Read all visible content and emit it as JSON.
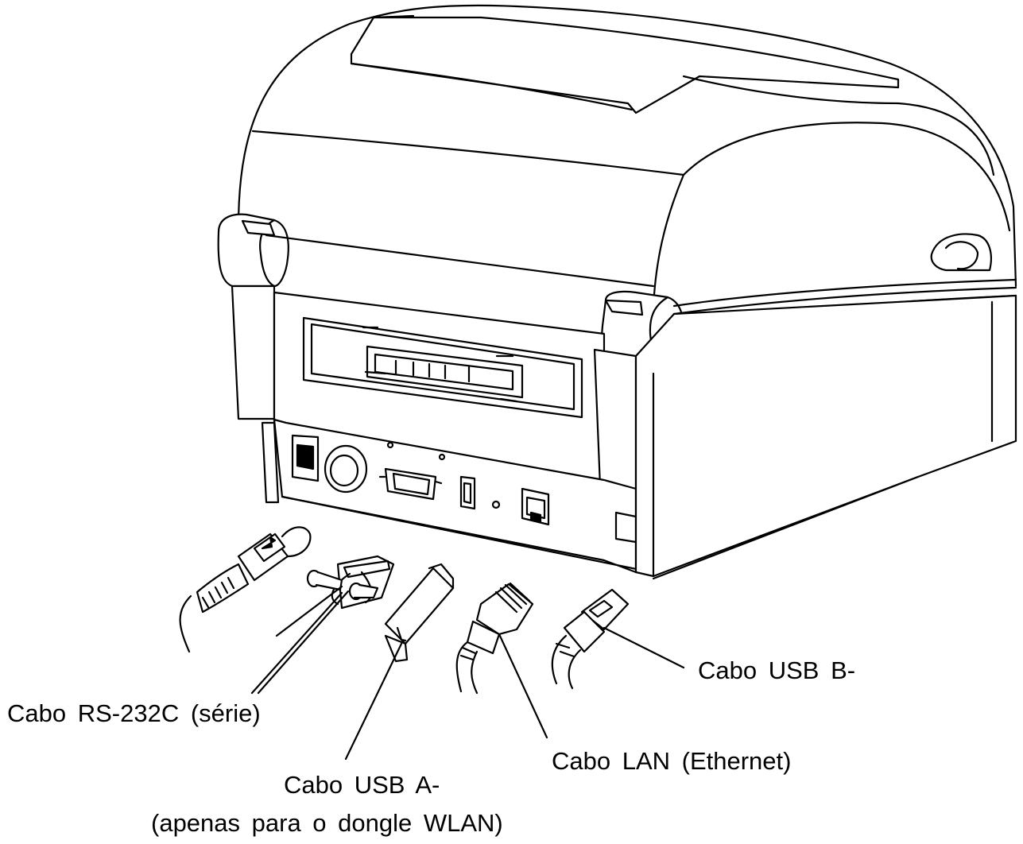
{
  "colors": {
    "line": "#000000",
    "background": "#ffffff",
    "fill_light": "#f4f4f4",
    "fill_mid": "#d9d9d9"
  },
  "labels": {
    "rs232": "Cabo RS-232C (série)",
    "usb_a_line1": "Cabo USB A-",
    "usb_a_line2": "(apenas para o dongle WLAN)",
    "lan": "Cabo LAN (Ethernet)",
    "usb_b": "Cabo USB B-"
  },
  "icons": [
    "printer-illustration",
    "power-cable-connector-icon",
    "serial-db9-connector-icon",
    "usb-a-connector-icon",
    "rj45-connector-icon",
    "usb-b-connector-icon"
  ]
}
